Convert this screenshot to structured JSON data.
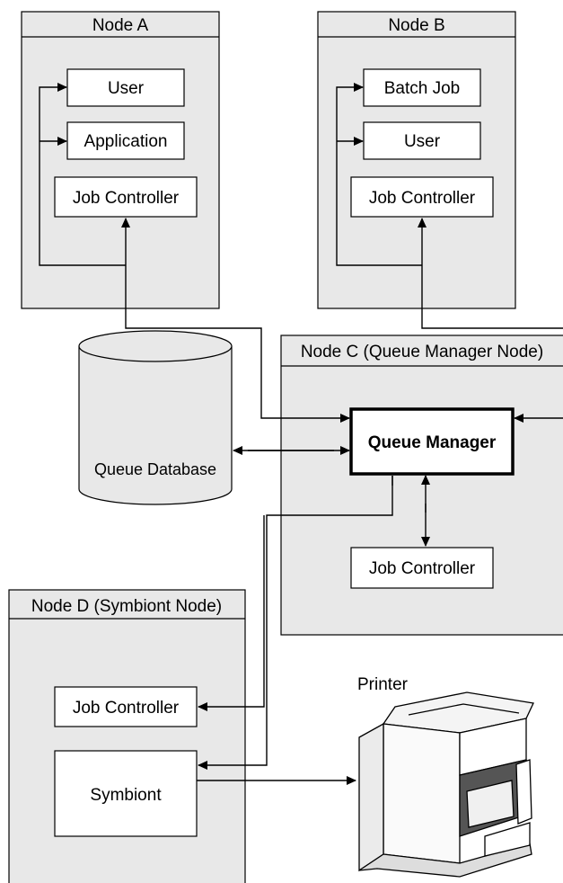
{
  "nodes": {
    "node_a": {
      "title": "Node A",
      "user": "User",
      "application": "Application",
      "job_controller": "Job Controller"
    },
    "node_b": {
      "title": "Node B",
      "batch_job": "Batch Job",
      "user": "User",
      "job_controller": "Job Controller"
    },
    "node_c": {
      "title": "Node C (Queue Manager Node)",
      "queue_manager": "Queue Manager",
      "job_controller": "Job Controller"
    },
    "node_d": {
      "title": "Node D (Symbiont Node)",
      "job_controller": "Job Controller",
      "symbiont": "Symbiont"
    }
  },
  "queue_database": "Queue Database",
  "printer_label": "Printer",
  "colors": {
    "node_fill": "#e8e8e8",
    "box_fill": "#ffffff",
    "stroke": "#000000"
  }
}
